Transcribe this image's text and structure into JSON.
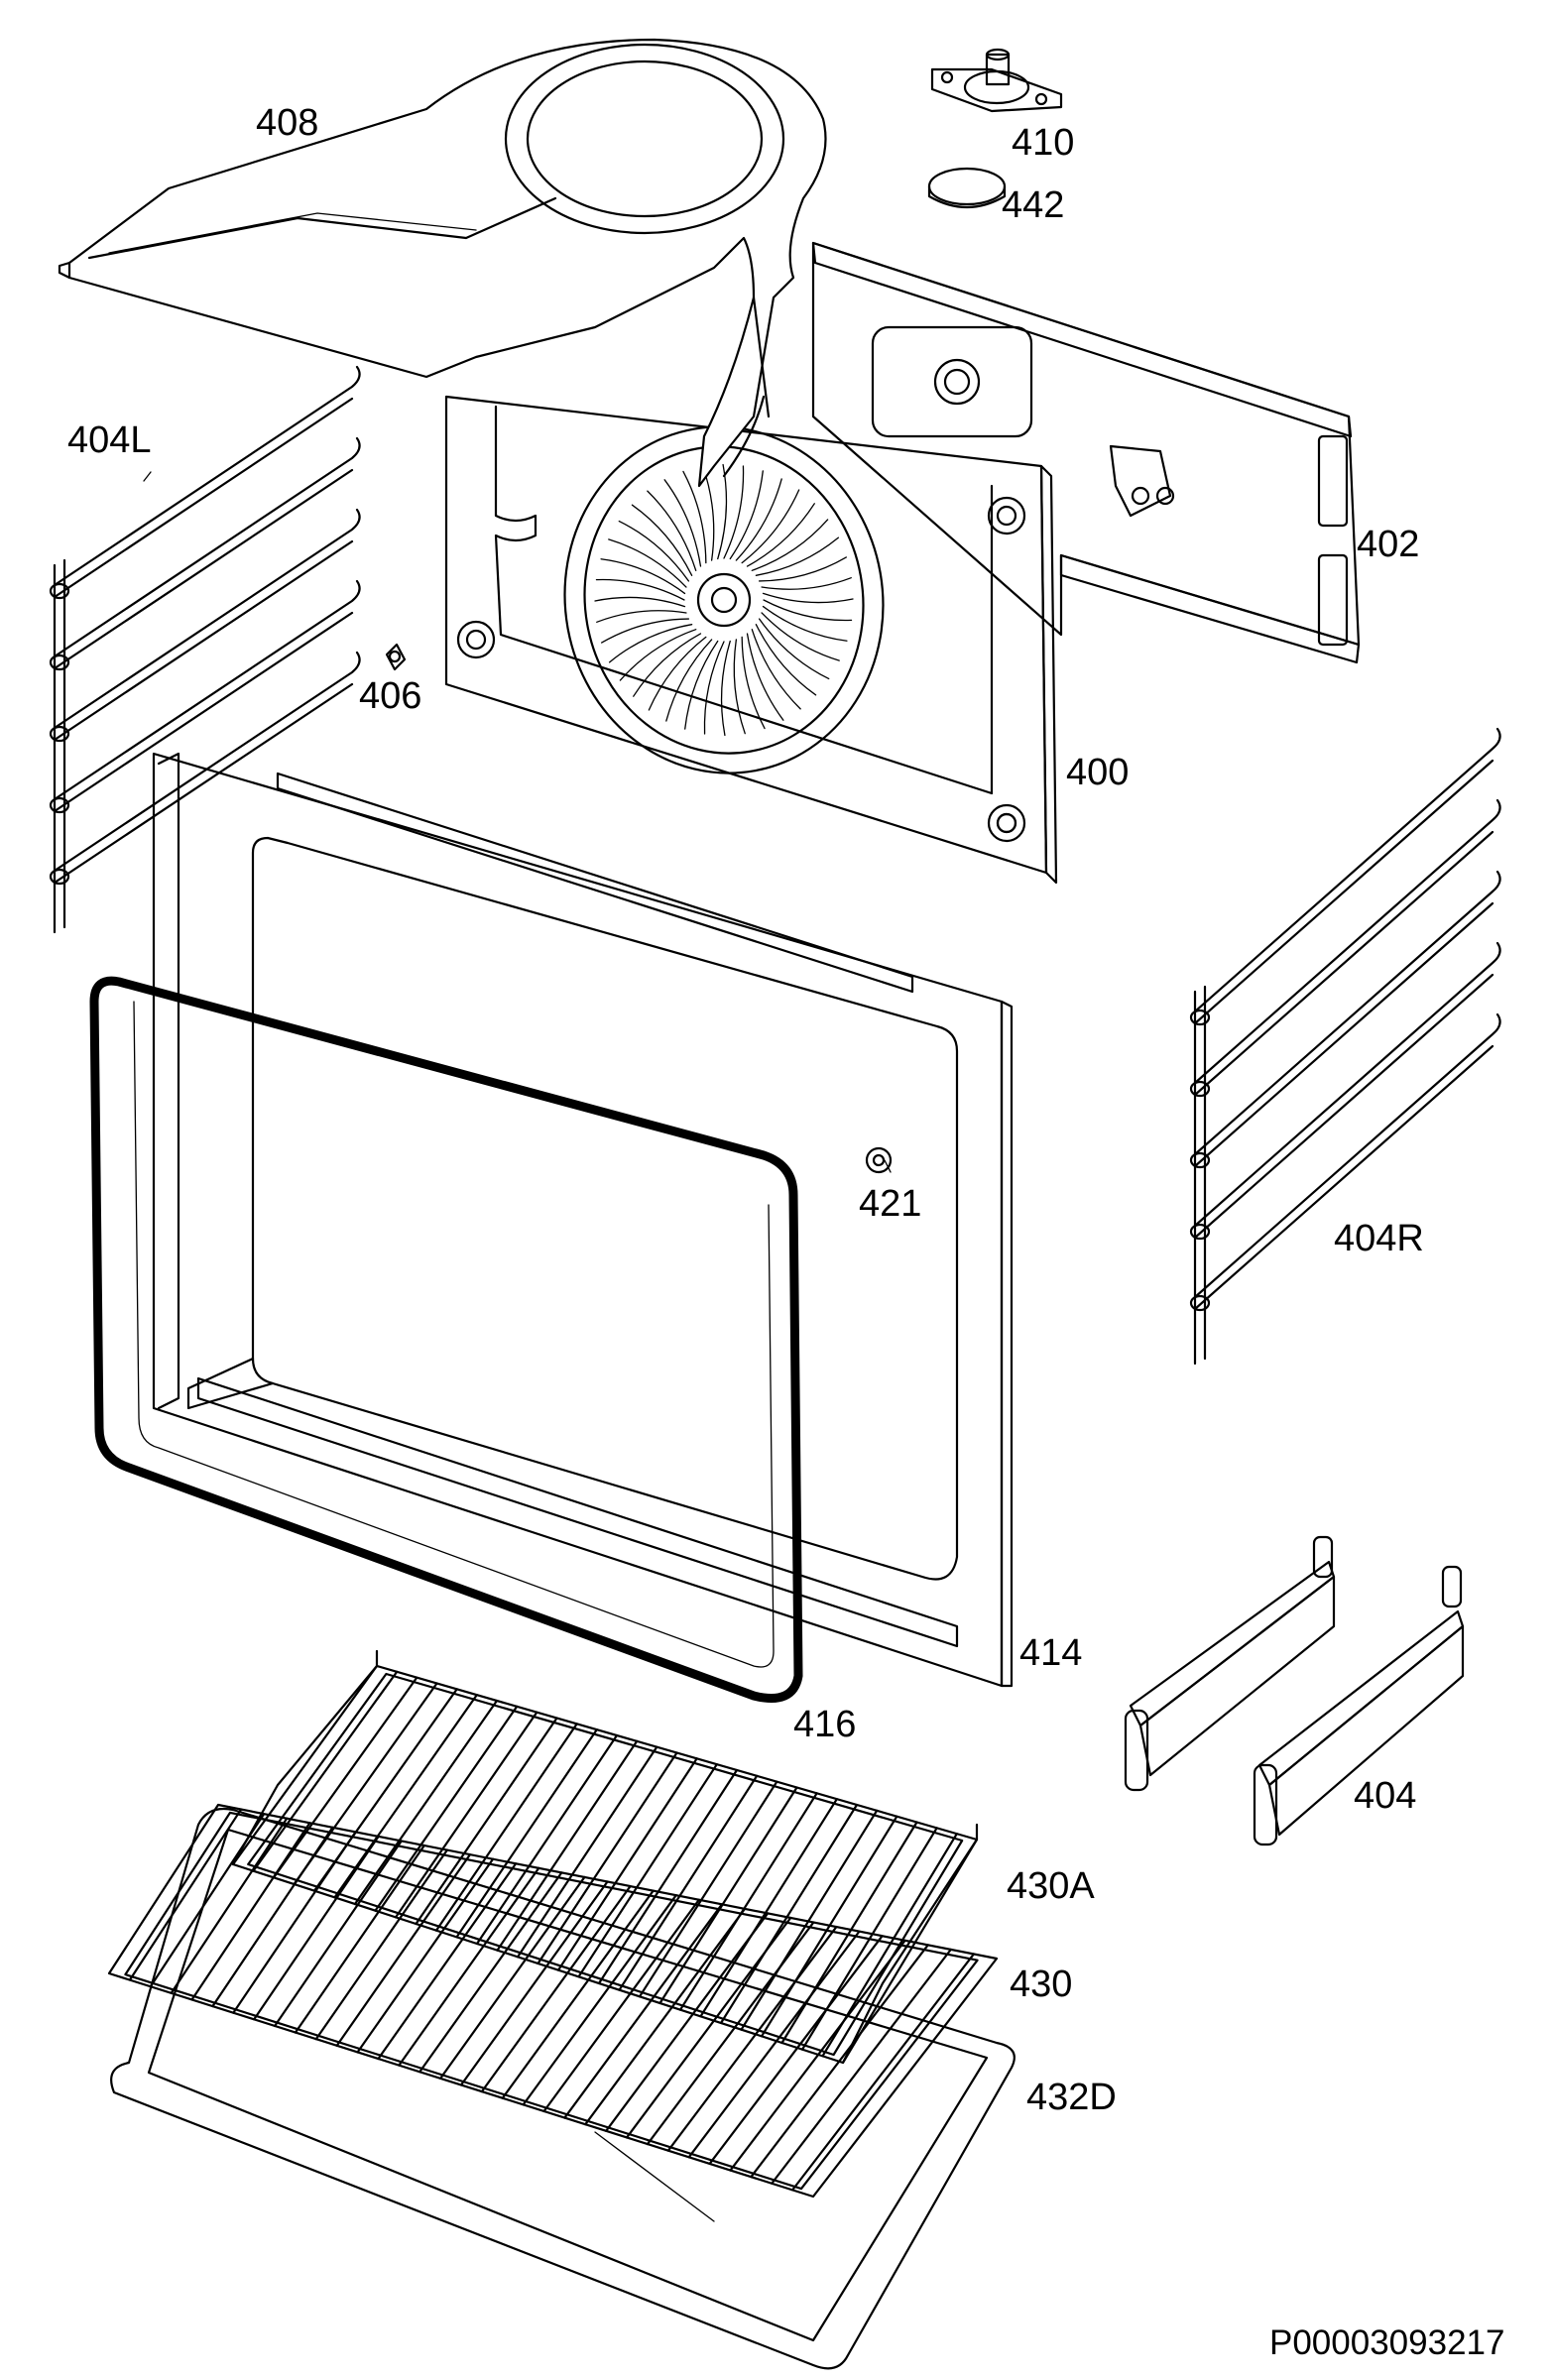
{
  "labels": {
    "p408": "408",
    "p410": "410",
    "p442": "442",
    "p404L": "404L",
    "p402": "402",
    "p406": "406",
    "p400": "400",
    "p404R": "404R",
    "p421": "421",
    "p414": "414",
    "p416": "416",
    "p404": "404",
    "p430A": "430A",
    "p430": "430",
    "p432D": "432D"
  },
  "drawing_code": "P00003093217"
}
